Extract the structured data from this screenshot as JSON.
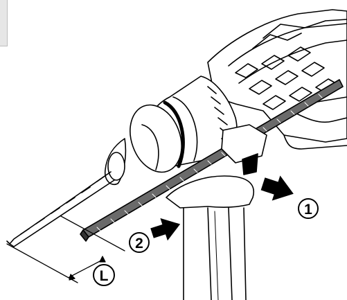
{
  "callouts": {
    "one": "1",
    "two": "2",
    "length": "L"
  },
  "colors": {
    "line": "#000000",
    "background": "#ffffff",
    "depth_rod": "#6a6a6a",
    "corner_tab": "#e6e6e6"
  },
  "icons": [
    "push-arrow",
    "push-arrow",
    "dimension-arrow"
  ]
}
